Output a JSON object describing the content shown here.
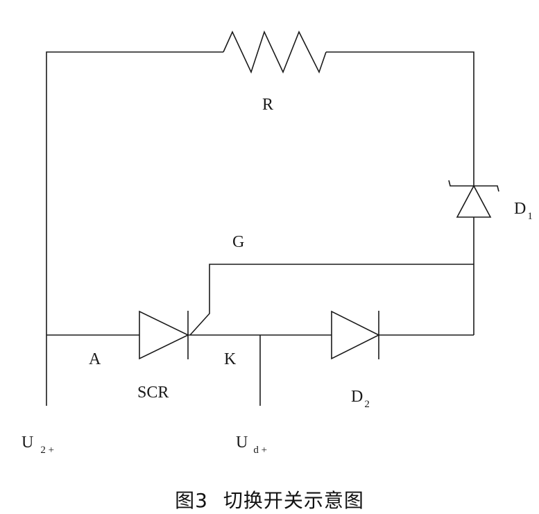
{
  "labels": {
    "resistor": "R",
    "diode1": "D",
    "diode1_sub": "1",
    "gate": "G",
    "anode": "A",
    "cathode": "K",
    "scr": "SCR",
    "diode2": "D",
    "diode2_sub": "2",
    "u2": "U",
    "u2_sub": "2 +",
    "ud": "U",
    "ud_sub": "d +"
  },
  "caption": {
    "number": "图3",
    "title": "切换开关示意图"
  }
}
